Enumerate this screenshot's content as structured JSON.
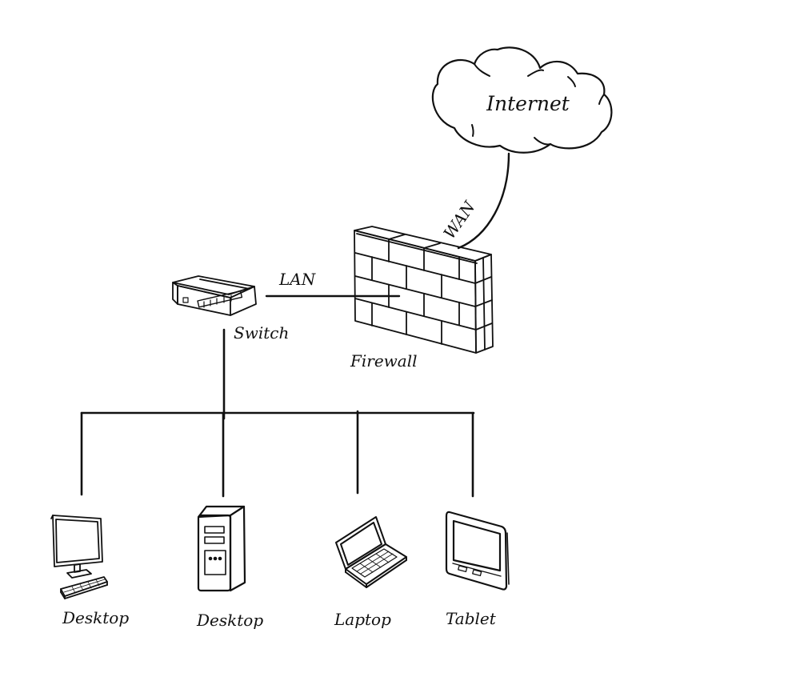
{
  "diagram": {
    "type": "network-topology",
    "colors": {
      "line": "#111111",
      "background": "#ffffff"
    },
    "nodes": {
      "internet": {
        "label": "Internet",
        "icon": "cloud-icon"
      },
      "firewall": {
        "label": "Firewall",
        "icon": "brick-wall-icon"
      },
      "switch": {
        "label": "Switch",
        "icon": "network-switch-icon"
      },
      "desktop1": {
        "label": "Desktop",
        "icon": "desktop-monitor-icon"
      },
      "desktop2": {
        "label": "Desktop",
        "icon": "tower-pc-icon"
      },
      "laptop": {
        "label": "Laptop",
        "icon": "laptop-icon"
      },
      "tablet": {
        "label": "Tablet",
        "icon": "tablet-icon"
      }
    },
    "links": {
      "wan": {
        "label": "WAN",
        "from": "internet",
        "to": "firewall"
      },
      "lan": {
        "label": "LAN",
        "from": "switch",
        "to": "firewall"
      },
      "bus": {
        "from": "switch",
        "to": [
          "desktop1",
          "desktop2",
          "laptop",
          "tablet"
        ]
      }
    }
  }
}
